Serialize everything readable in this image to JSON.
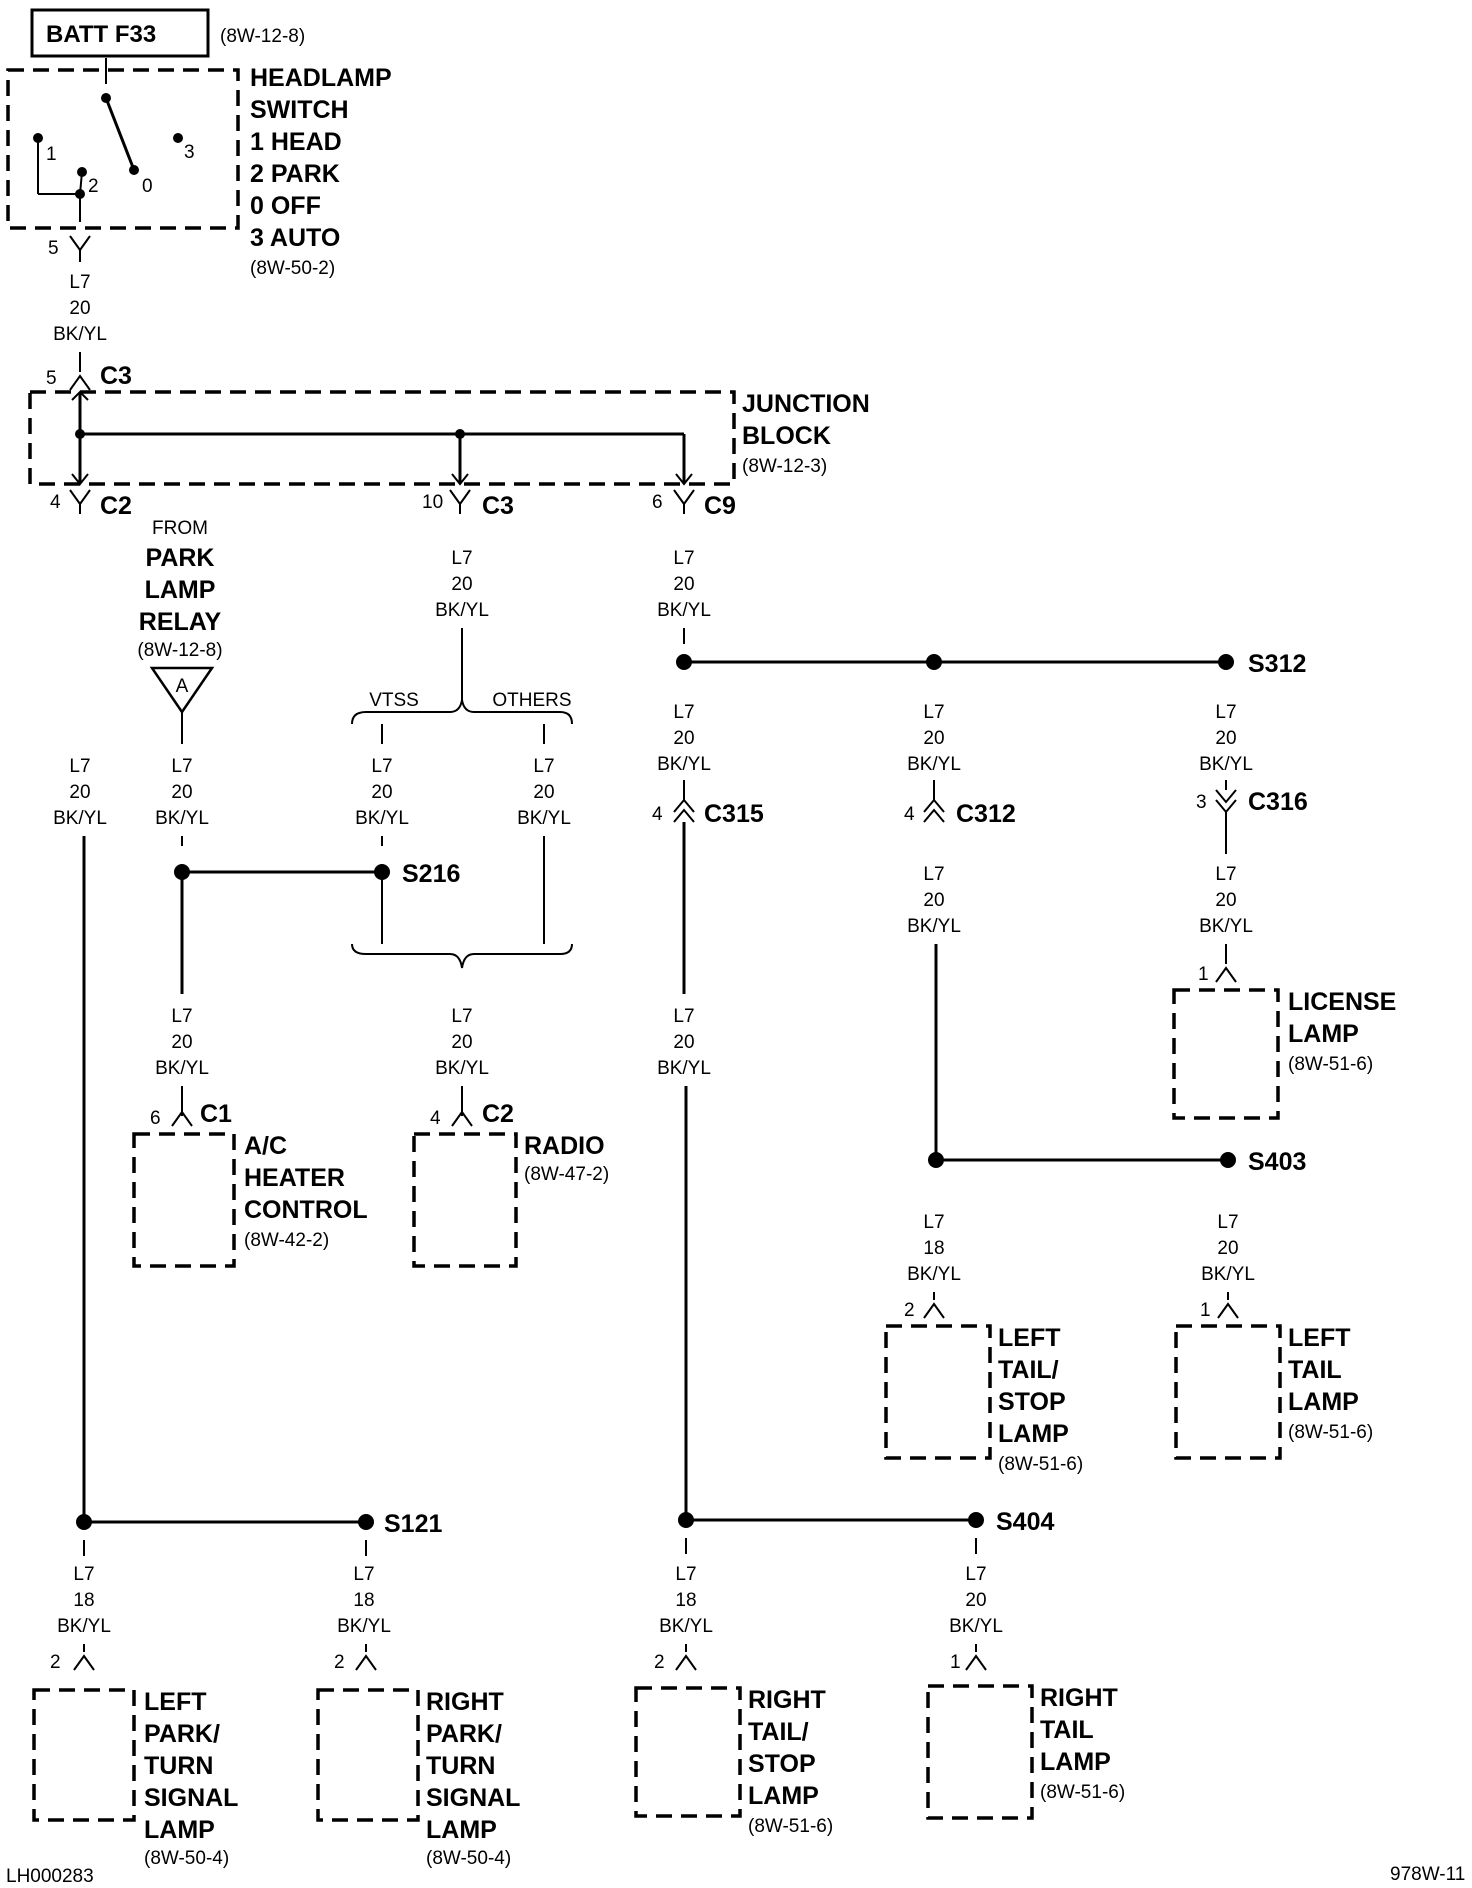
{
  "source": {
    "name": "BATT F33",
    "ref": "(8W-12-8)"
  },
  "headlamp_switch": {
    "title_lines": [
      "HEADLAMP",
      "SWITCH",
      "1 HEAD",
      "2 PARK",
      "0 OFF",
      "3 AUTO"
    ],
    "ref": "(8W-50-2)",
    "positions": [
      "1",
      "2",
      "0",
      "3"
    ],
    "output_pin": "5"
  },
  "wire": {
    "circuit": "L7",
    "gauge_20": "20",
    "gauge_18": "18",
    "color": "BK/YL"
  },
  "junction_block": {
    "title_lines": [
      "JUNCTION",
      "BLOCK"
    ],
    "ref": "(8W-12-3)",
    "input": {
      "pin": "5",
      "connector": "C3"
    },
    "outputs": [
      {
        "pin": "4",
        "connector": "C2"
      },
      {
        "pin": "10",
        "connector": "C3"
      },
      {
        "pin": "6",
        "connector": "C9"
      }
    ]
  },
  "park_lamp_relay": {
    "from_label": "FROM",
    "title_lines": [
      "PARK",
      "LAMP",
      "RELAY"
    ],
    "ref": "(8W-12-8)",
    "marker": "A"
  },
  "branch_labels": {
    "vtss": "VTSS",
    "others": "OTHERS"
  },
  "splices": {
    "s216": "S216",
    "s312": "S312",
    "s403": "S403",
    "s121": "S121",
    "s404": "S404"
  },
  "inline_connectors": {
    "c315": {
      "pin": "4",
      "name": "C315"
    },
    "c312": {
      "pin": "4",
      "name": "C312"
    },
    "c316": {
      "pin": "3",
      "name": "C316"
    }
  },
  "components": {
    "ac_heater": {
      "pin": "6",
      "connector": "C1",
      "title_lines": [
        "A/C",
        "HEATER",
        "CONTROL"
      ],
      "ref": "(8W-42-2)"
    },
    "radio": {
      "pin": "4",
      "connector": "C2",
      "title_lines": [
        "RADIO"
      ],
      "ref": "(8W-47-2)"
    },
    "license_lamp": {
      "pin": "1",
      "title_lines": [
        "LICENSE",
        "LAMP"
      ],
      "ref": "(8W-51-6)"
    },
    "left_tail_stop": {
      "pin": "2",
      "title_lines": [
        "LEFT",
        "TAIL/",
        "STOP",
        "LAMP"
      ],
      "ref": "(8W-51-6)"
    },
    "left_tail": {
      "pin": "1",
      "title_lines": [
        "LEFT",
        "TAIL",
        "LAMP"
      ],
      "ref": "(8W-51-6)"
    },
    "left_park_turn": {
      "pin": "2",
      "title_lines": [
        "LEFT",
        "PARK/",
        "TURN",
        "SIGNAL",
        "LAMP"
      ],
      "ref": "(8W-50-4)"
    },
    "right_park_turn": {
      "pin": "2",
      "title_lines": [
        "RIGHT",
        "PARK/",
        "TURN",
        "SIGNAL",
        "LAMP"
      ],
      "ref": "(8W-50-4)"
    },
    "right_tail_stop": {
      "pin": "2",
      "title_lines": [
        "RIGHT",
        "TAIL/",
        "STOP",
        "LAMP"
      ],
      "ref": "(8W-51-6)"
    },
    "right_tail": {
      "pin": "1",
      "title_lines": [
        "RIGHT",
        "TAIL",
        "LAMP"
      ],
      "ref": "(8W-51-6)"
    }
  },
  "footer": {
    "left_id": "LH000283",
    "right_id": "978W-11"
  }
}
